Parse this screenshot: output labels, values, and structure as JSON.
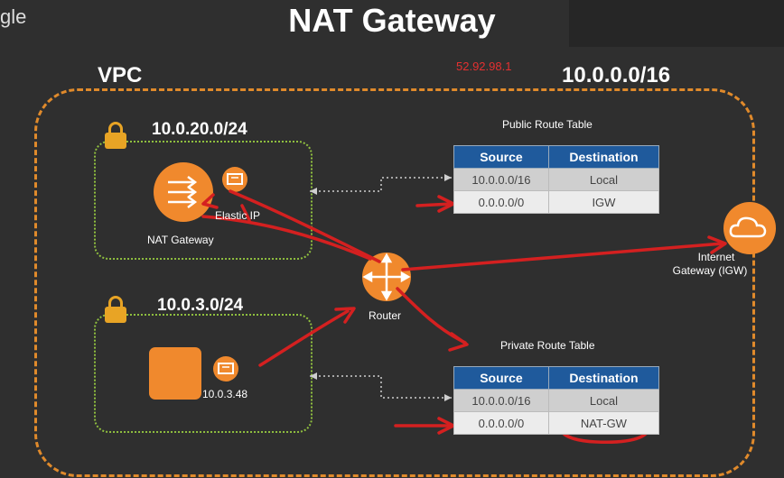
{
  "slide": {
    "title": "NAT Gateway",
    "corner_text": "gle",
    "vpc_label": "VPC",
    "vpc_cidr": "10.0.0.0/16",
    "elastic_ip_value": "52.92.98.1"
  },
  "public_subnet": {
    "cidr": "10.0.20.0/24",
    "nat_gateway_label": "NAT Gateway",
    "elastic_ip_label": "Elastic IP"
  },
  "private_subnet": {
    "cidr": "10.0.3.0/24",
    "instance_ip": "10.0.3.48"
  },
  "router": {
    "label": "Router"
  },
  "igw": {
    "label_line1": "Internet",
    "label_line2": "Gateway (IGW)"
  },
  "public_route_table": {
    "title": "Public Route Table",
    "headers": [
      "Source",
      "Destination"
    ],
    "rows": [
      {
        "source": "10.0.0.0/16",
        "destination": "Local"
      },
      {
        "source": "0.0.0.0/0",
        "destination": "IGW"
      }
    ]
  },
  "private_route_table": {
    "title": "Private Route Table",
    "headers": [
      "Source",
      "Destination"
    ],
    "rows": [
      {
        "source": "10.0.0.0/16",
        "destination": "Local"
      },
      {
        "source": "0.0.0.0/0",
        "destination": "NAT-GW"
      }
    ]
  },
  "colors": {
    "background": "#2f2f2f",
    "vpc_border": "#e08a2b",
    "subnet_border": "#8fbf3f",
    "aws_orange": "#f0892d",
    "annotation_red": "#d42020",
    "table_header": "#1f5a9c"
  }
}
